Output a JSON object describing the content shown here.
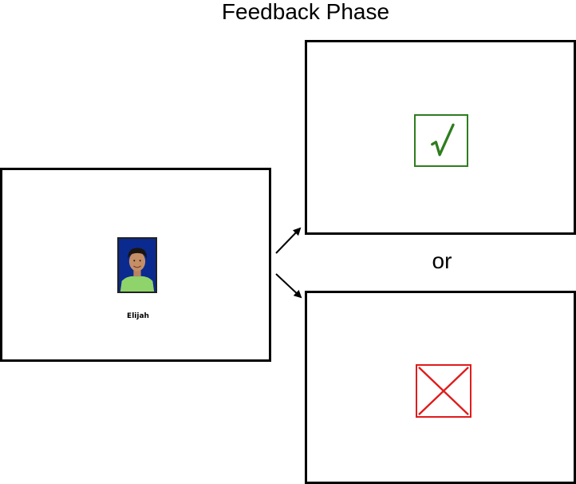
{
  "title": "Feedback Phase",
  "stimulus": {
    "name": "Elijah",
    "photo_icon": "portrait-photo"
  },
  "or_label": "or",
  "feedback": {
    "correct_icon": "checkmark-icon",
    "correct_color": "#2e7d1f",
    "incorrect_icon": "x-icon",
    "incorrect_color": "#e01b1b"
  }
}
